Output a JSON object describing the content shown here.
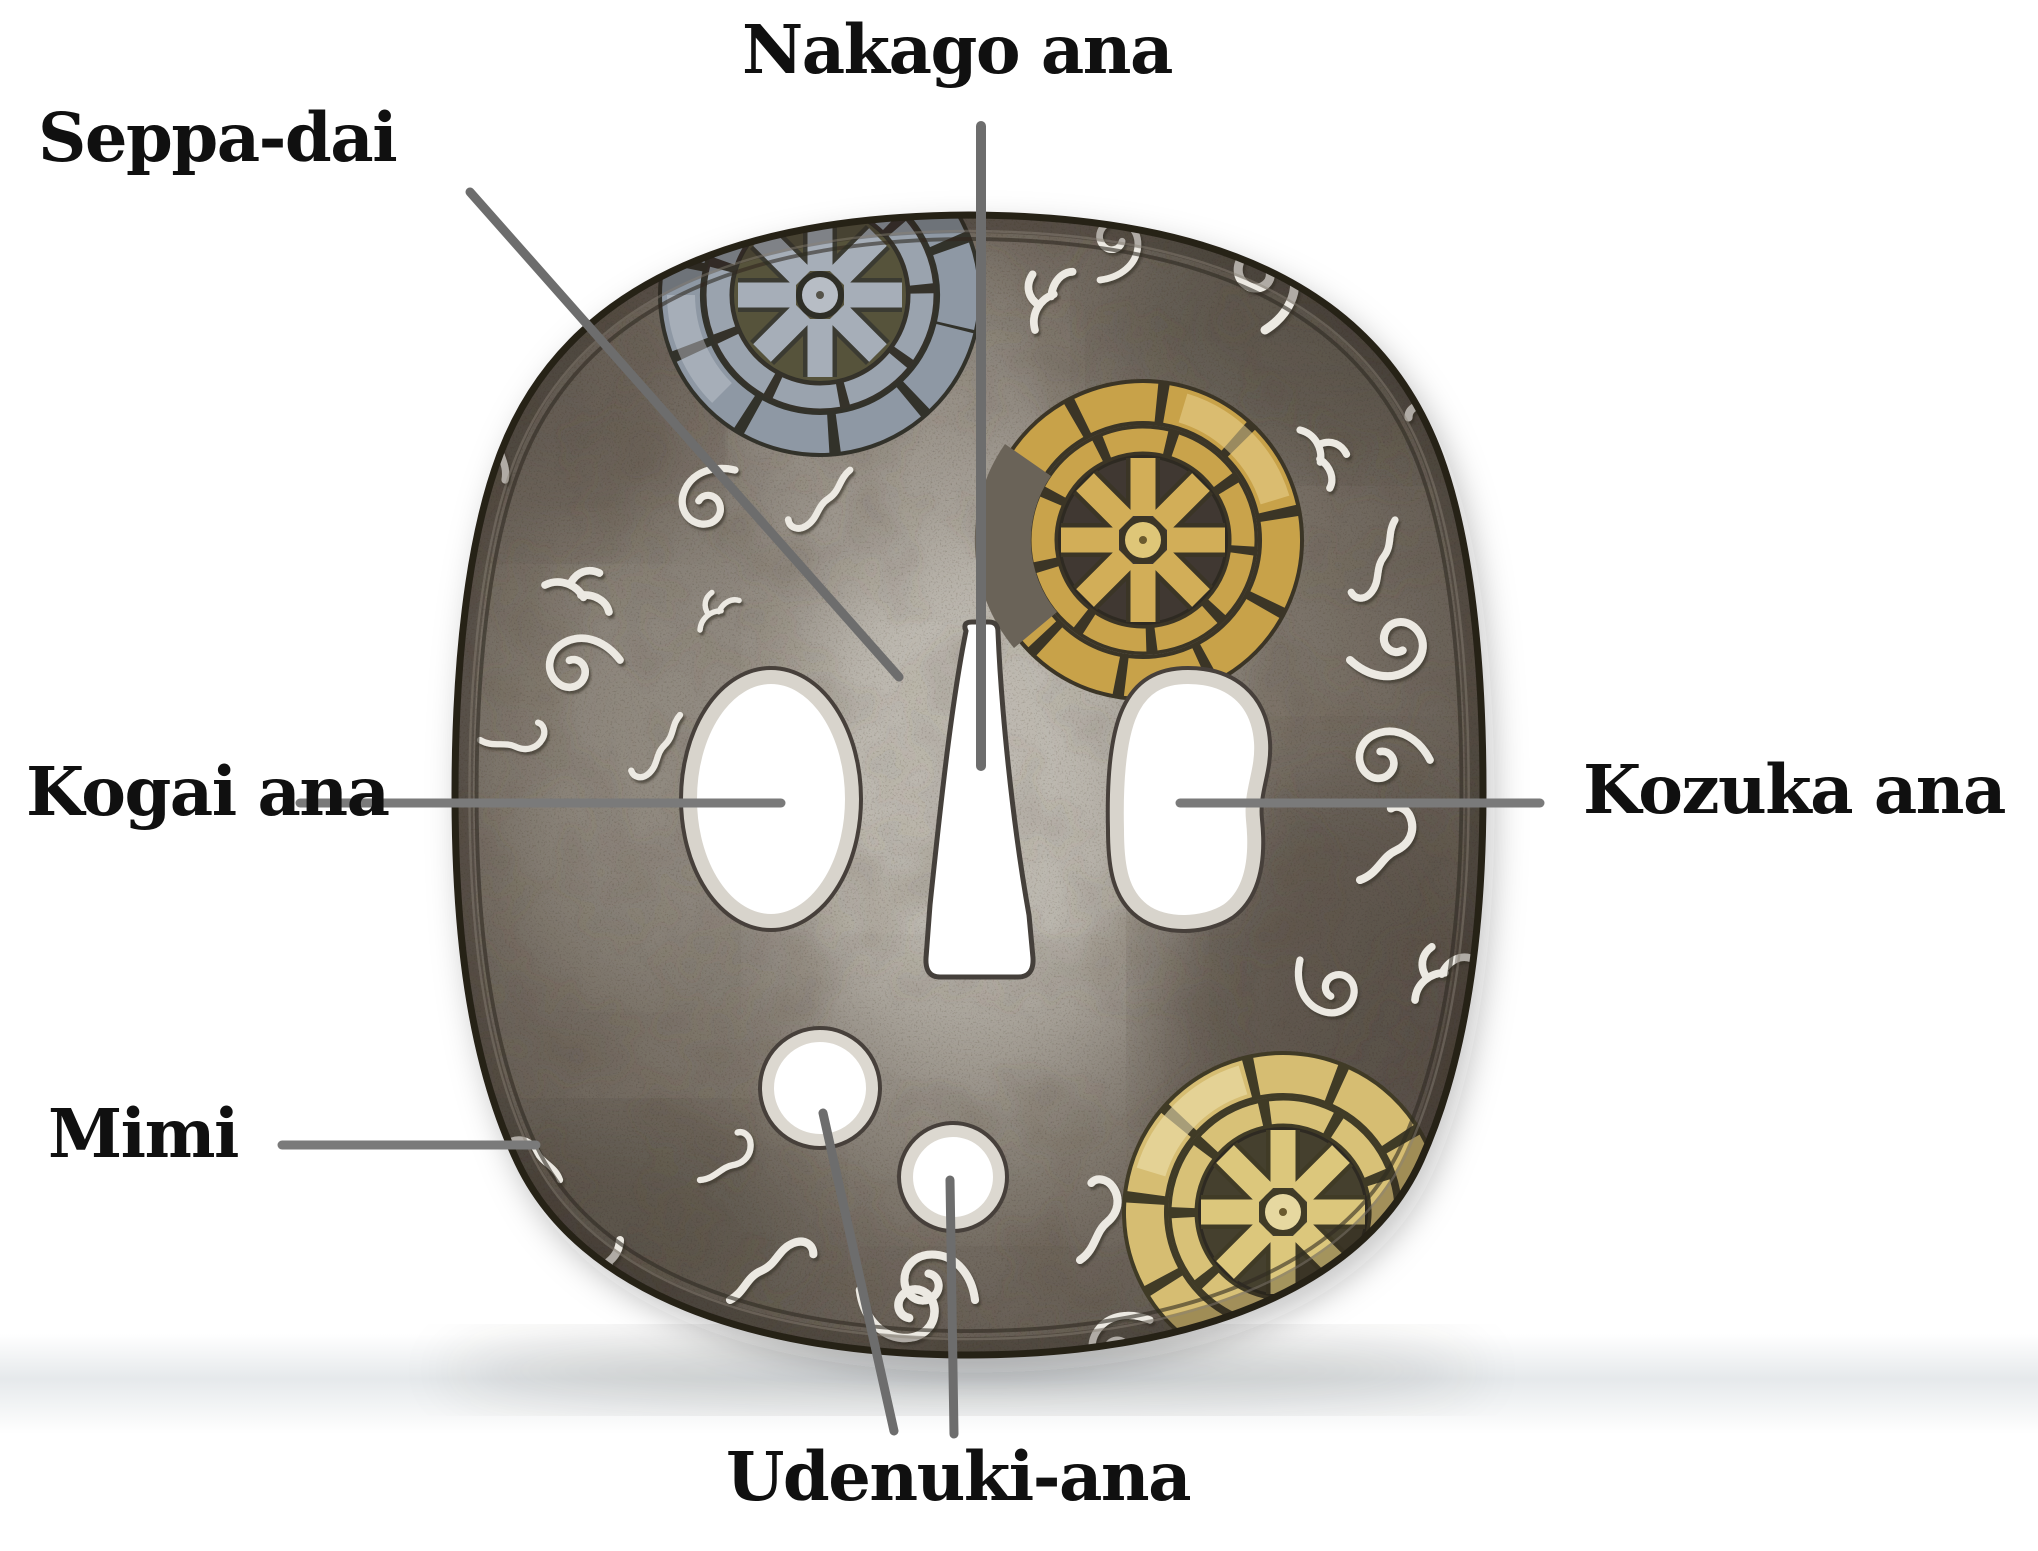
{
  "labels": {
    "nakago_ana": "Nakago ana",
    "seppa_dai": "Seppa-dai",
    "kogai_ana": "Kogai ana",
    "kozuka_ana": "Kozuka ana",
    "mimi": "Mimi",
    "udenuki_ana": "Udenuki-ana"
  },
  "palette": {
    "background": "#ffffff",
    "label_text": "#101010",
    "leader_line": "#7a7a7a",
    "plate_dark": "#5f574d",
    "plate_light": "#a39d94",
    "gold_inlay": "#c8a24a",
    "pale_gold_inlay": "#dcc77c",
    "silver_wheel": "#8e98a4",
    "silver_inlay": "#ece9e2"
  }
}
